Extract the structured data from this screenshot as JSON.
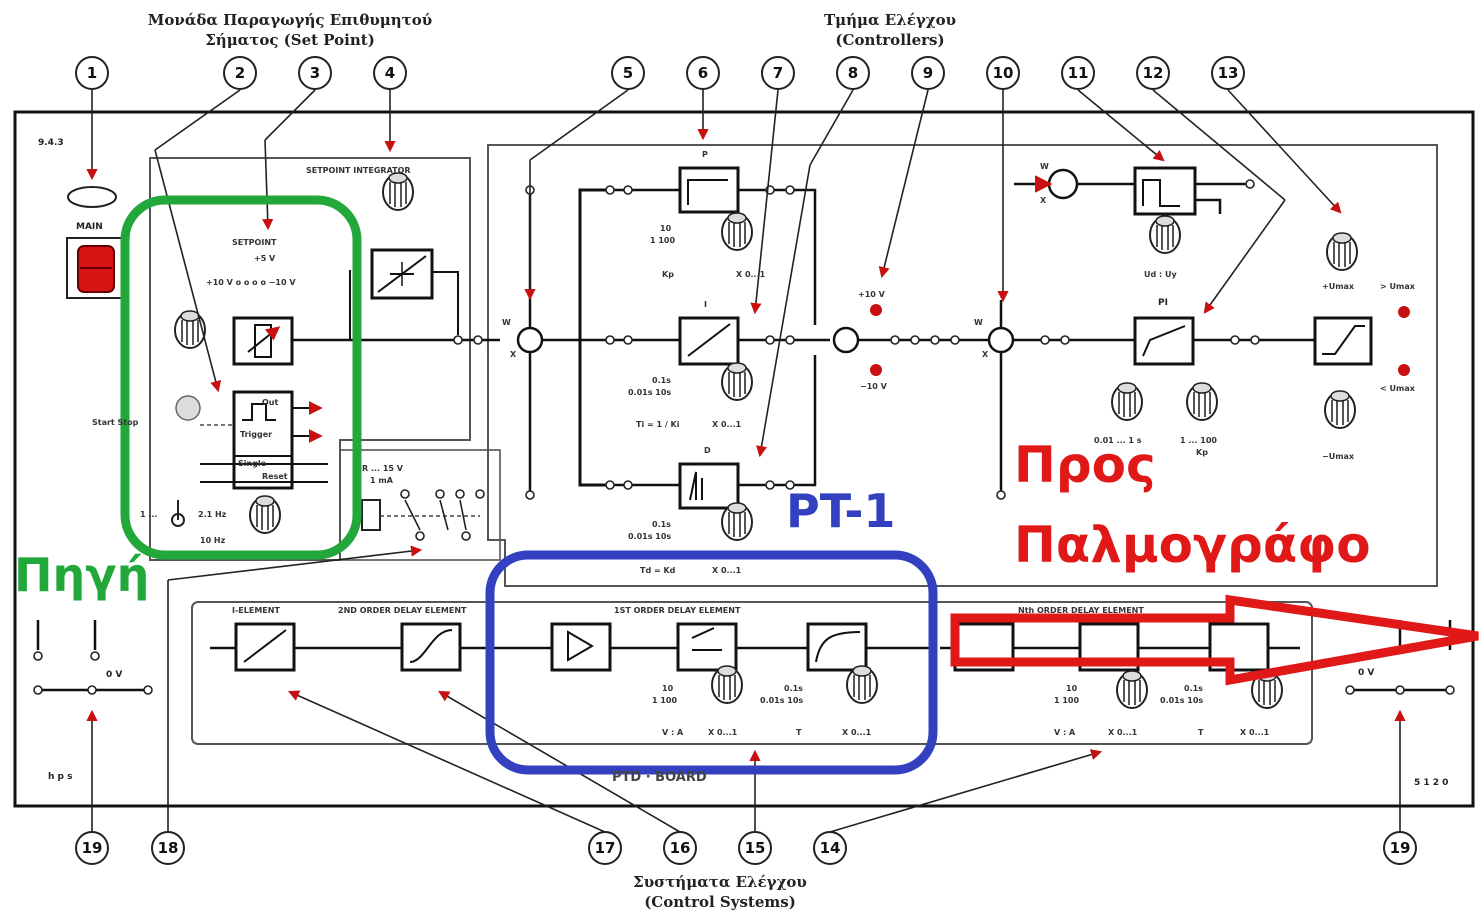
{
  "headers": {
    "setpoint_title": [
      "Μονάδα Παραγωγής Επιθυμητού",
      "Σήματος (Set Point)"
    ],
    "controllers_title": [
      "Τμήμα Ελέγχου",
      "(Controllers)"
    ],
    "systems_title": [
      "Συστήματα Ελέγχου",
      "(Control Systems)"
    ]
  },
  "callouts": [
    "1",
    "2",
    "3",
    "4",
    "5",
    "6",
    "7",
    "8",
    "9",
    "10",
    "11",
    "12",
    "13",
    "14",
    "15",
    "16",
    "17",
    "18",
    "19",
    "19"
  ],
  "panel": {
    "corner_code": "9.4.3",
    "main_label": "MAIN",
    "setpoint_integrator": "SETPOINT INTEGRATOR",
    "setpoint": "SETPOINT",
    "setpoint_values": "+5 V",
    "setpoint_range": "+10 V o o o o −10 V",
    "start_stop": "Start Stop",
    "out": "Out",
    "trigger": "Trigger",
    "single": "Single",
    "reset": "Reset",
    "freq_left": "1 ...",
    "freq_right": "2.1 Hz",
    "freq_bottom": "10 Hz",
    "relay_label": "R ... 15 V",
    "relay_current": "1 mA",
    "zero_v_left": "0 V",
    "zero_v_right": "0 V",
    "hps": "h p s",
    "board_label": "PTD · BOARD",
    "serial": "5 1 2 0",
    "p_label": "P",
    "p_scale": "10",
    "p_scale2": "1   100",
    "kp": "Kp",
    "x01": "X 0...1",
    "i_label": "I",
    "i_scale": "0.1s",
    "i_scale2": "0.01s   10s",
    "ti": "Ti = 1 / Ki",
    "d_label": "D",
    "d_scale": "0.1s",
    "d_scale2": "0.01s   10s",
    "td": "Td = Kd",
    "plus10": "+10 V",
    "minus10": "−10 V",
    "w_label": "W",
    "x_label": "X",
    "udi": "Ud : Uy",
    "pi_label": "PI",
    "pi_time": "0.01 ... 1 s",
    "pi_kp": "1 ... 100",
    "kp2": "Kp",
    "umax_plus": "+Umax",
    "umax_gt": "> Umax",
    "umax_lt": "< Umax",
    "umax_minus": "−Umax",
    "i_element": "I-ELEMENT",
    "second_order": "2ND ORDER DELAY ELEMENT",
    "first_order": "1ST ORDER DELAY ELEMENT",
    "nth_order": "Nth ORDER DELAY ELEMENT",
    "va": "V : A",
    "t_label": "T",
    "x01b": "X 0...1",
    "t_scale": "0.1s",
    "t_scale2": "0.01s   10s",
    "v_scale": "10",
    "v_scale2": "1   100"
  },
  "annotations": {
    "source": "Πηγή",
    "pt1": "PT-1",
    "to_scope_1": "Προς",
    "to_scope_2": "Παλμογράφο"
  },
  "colors": {
    "green": "#22a83a",
    "blue": "#3340c0",
    "red": "#e01818",
    "led": "#c81010"
  }
}
